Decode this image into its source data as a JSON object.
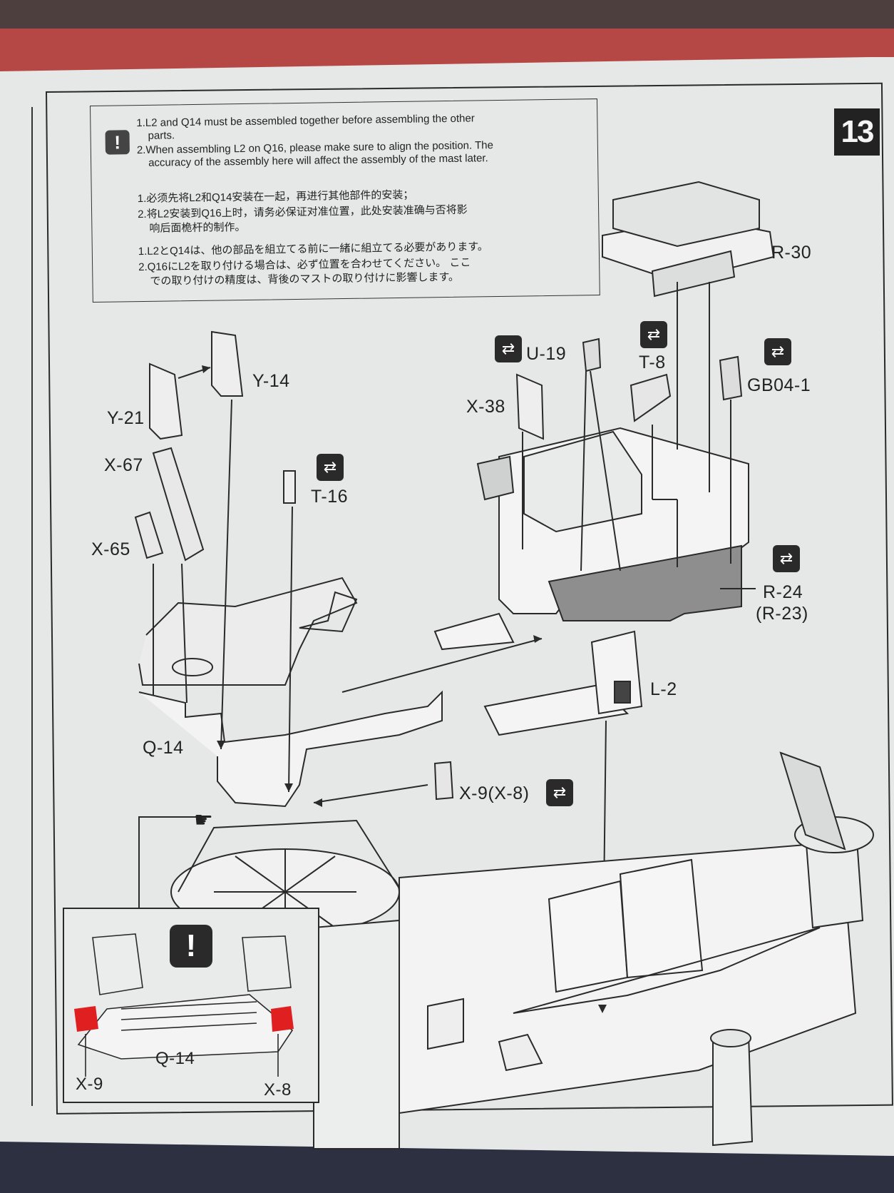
{
  "step_number": "13",
  "notes": {
    "icon": "exclamation-icon",
    "en_1a": "1.L2 and Q14 must be assembled together before assembling the other",
    "en_1b": "parts.",
    "en_2a": "2.When assembling L2 on Q16, please make sure to align the position. The",
    "en_2b": "accuracy of the assembly here will affect the assembly of the mast later.",
    "zh_1": "1.必须先将L2和Q14安装在一起，再进行其他部件的安装；",
    "zh_2a": "2.将L2安装到Q16上时，请务必保证对准位置，此处安装准确与否将影",
    "zh_2b": "响后面桅杆的制作。",
    "ja_1": "1.L2とQ14は、他の部品を組立てる前に一緒に組立てる必要があります。",
    "ja_2a": "2.Q16にL2を取り付ける場合は、必ず位置を合わせてください。 ここ",
    "ja_2b": "での取り付けの精度は、背後のマストの取り付けに影響します。"
  },
  "parts": {
    "r30": "R-30",
    "u19": "U-19",
    "t8": "T-8",
    "gb04": "GB04-1",
    "x38": "X-38",
    "y14": "Y-14",
    "y21": "Y-21",
    "x67": "X-67",
    "x65": "X-65",
    "t16": "T-16",
    "r24": "R-24",
    "r23": "(R-23)",
    "l2": "L-2",
    "q14": "Q-14",
    "x9x8": "X-9(X-8)"
  },
  "inset": {
    "q14": "Q-14",
    "x9": "X-9",
    "x8": "X-8",
    "icon": "exclamation-icon"
  },
  "icons": {
    "swap": "mirror-part-icon",
    "pointer": "pointing-hand-icon"
  },
  "colors": {
    "highlight_gray": "#8e8e8e",
    "highlight_red": "#e02020"
  }
}
